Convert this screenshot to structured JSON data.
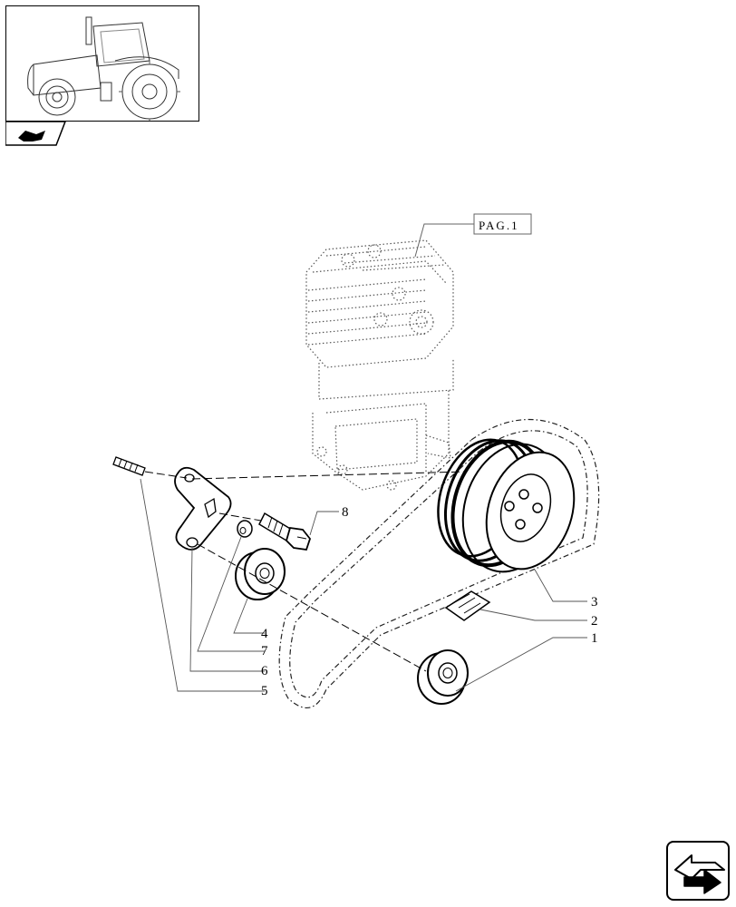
{
  "reference_label": "PAG.1",
  "callouts": {
    "c1": "1",
    "c2": "2",
    "c3": "3",
    "c4": "4",
    "c5": "5",
    "c6": "6",
    "c7": "7",
    "c8": "8"
  },
  "icons": {
    "thumbnail": "tractor-icon",
    "section_tab": "tractor-tab-icon",
    "navigation": "next-page-arrow-icon"
  }
}
